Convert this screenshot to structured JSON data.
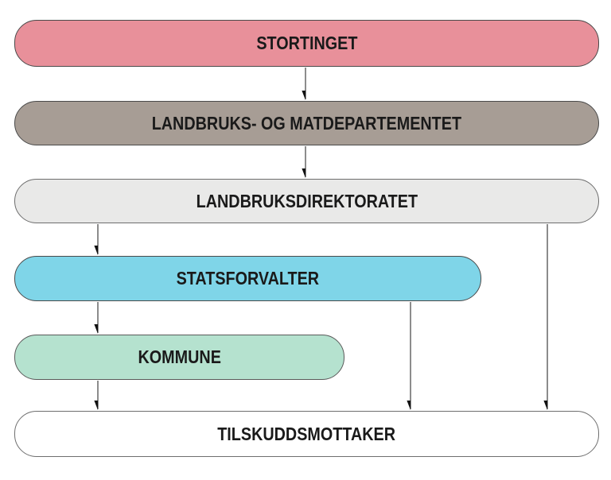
{
  "diagram": {
    "description": "Flowchart of Norwegian agricultural subsidy administration hierarchy",
    "nodes": [
      {
        "id": "stortinget",
        "label": "STORTINGET",
        "fill": "#e8909a"
      },
      {
        "id": "lmd",
        "label": "LANDBRUKS- OG MATDEPARTEMENTET",
        "fill": "#a79d95"
      },
      {
        "id": "landbruksdirektoratet",
        "label": "LANDBRUKSDIREKTORATET",
        "fill": "#e9e9e8"
      },
      {
        "id": "statsforvalter",
        "label": "STATSFORVALTER",
        "fill": "#7fd5e8"
      },
      {
        "id": "kommune",
        "label": "KOMMUNE",
        "fill": "#b5e2cf"
      },
      {
        "id": "tilskuddsmottaker",
        "label": "TILSKUDDSMOTTAKER",
        "fill": "#ffffff"
      }
    ],
    "edges": [
      {
        "from": "stortinget",
        "to": "lmd"
      },
      {
        "from": "lmd",
        "to": "landbruksdirektoratet"
      },
      {
        "from": "landbruksdirektoratet",
        "to": "statsforvalter"
      },
      {
        "from": "landbruksdirektoratet",
        "to": "tilskuddsmottaker"
      },
      {
        "from": "statsforvalter",
        "to": "kommune"
      },
      {
        "from": "statsforvalter",
        "to": "tilskuddsmottaker"
      },
      {
        "from": "kommune",
        "to": "tilskuddsmottaker"
      }
    ],
    "line_color": "#3f3f3f",
    "arrowhead_color": "#111111",
    "text_color": "#1a1a1a"
  }
}
